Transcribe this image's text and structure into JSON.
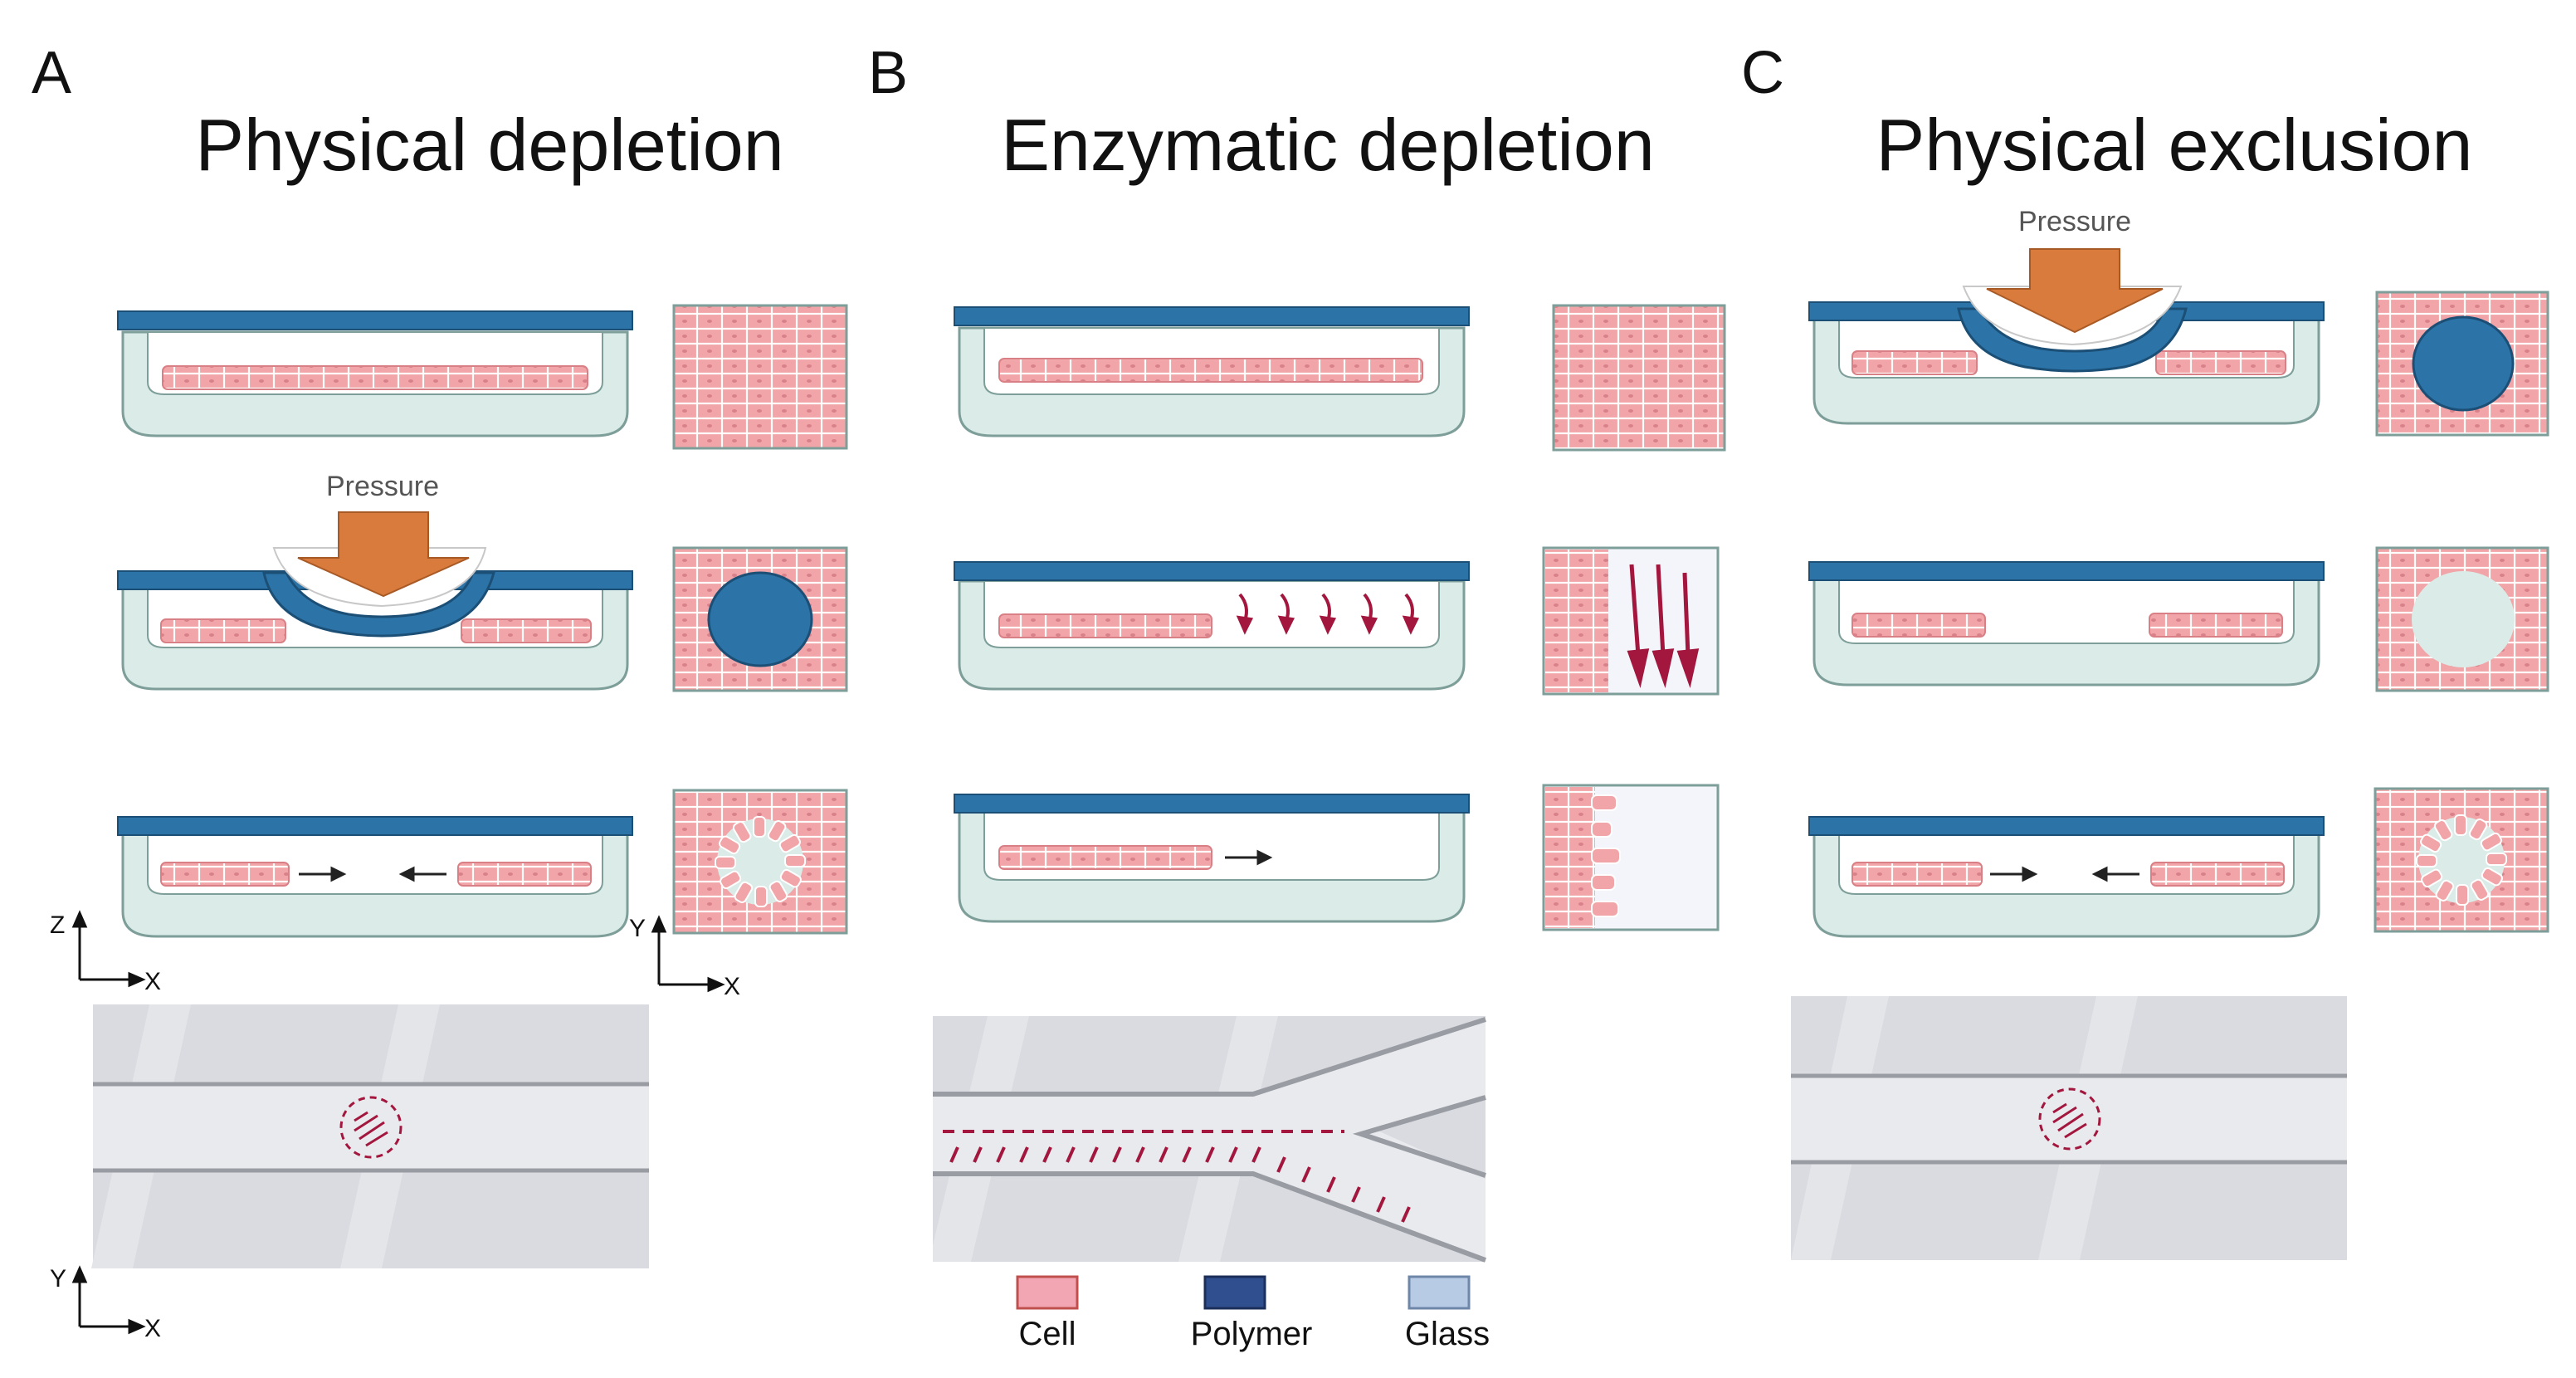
{
  "panels": [
    {
      "letter": "A",
      "title": "Physical depletion",
      "pressure_label": "Pressure"
    },
    {
      "letter": "B",
      "title": "Enzymatic depletion"
    },
    {
      "letter": "C",
      "title": "Physical exclusion",
      "pressure_label": "Pressure"
    }
  ],
  "axes": {
    "side_vertical": "Z",
    "side_horizontal": "X",
    "top_vertical": "Y",
    "top_horizontal": "X",
    "channel_vertical": "Y",
    "channel_horizontal": "X"
  },
  "legend": [
    {
      "label": "Cell",
      "color": "#f2a6b4",
      "border": "#c0504d"
    },
    {
      "label": "Polymer",
      "color": "#2f4f8f",
      "border": "#1c2f5a"
    },
    {
      "label": "Glass",
      "color": "#b8cbe4",
      "border": "#6e87a8"
    }
  ],
  "colors": {
    "cell_fill": "#f2a5a8",
    "cell_border": "#d98086",
    "lid": "#2c74a8",
    "dish": "#dbece8",
    "pressure_arrow": "#d97b3c",
    "enzyme_arrow": "#a3173e",
    "channel": "#d9dbe0",
    "flow_lane": "#e9eaee"
  }
}
